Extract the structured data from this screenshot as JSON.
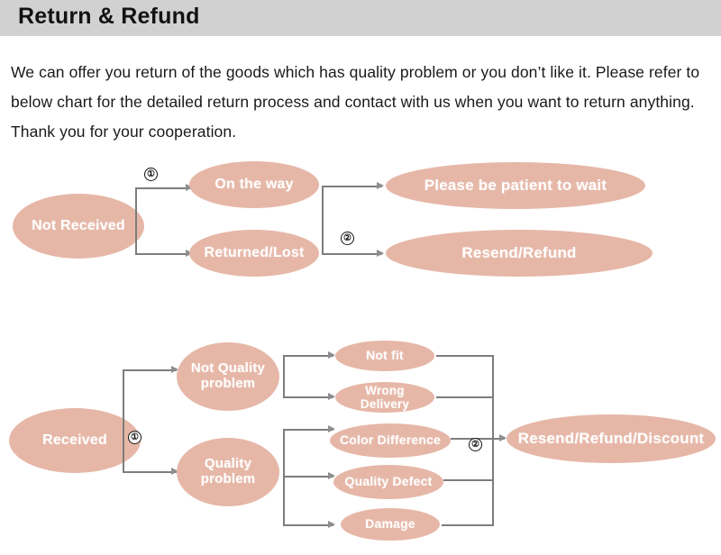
{
  "header": {
    "title": "Return & Refund",
    "background_color": "#d1d1d1"
  },
  "intro": {
    "paragraph": "We can offer you return of the goods which has quality problem or you don’t like it. Please refer to below chart for the detailed return process and contact with us when you want to return anything. Thank you for your cooperation."
  },
  "theme": {
    "node_fill": "#e6b7a7",
    "node_text_color": "#ffffff",
    "connector_color": "#7d7d7d",
    "page_background": "#ffffff"
  },
  "chart_data": {
    "type": "diagram",
    "title": "Return process flow chart",
    "diagrams": [
      {
        "id": "not-received-flow",
        "nodes": [
          {
            "id": "not-received",
            "label": "Not Received"
          },
          {
            "id": "on-the-way",
            "label": "On the way"
          },
          {
            "id": "returned-lost",
            "label": "Returned/Lost"
          },
          {
            "id": "be-patient",
            "label": "Please be patient to wait"
          },
          {
            "id": "resend-refund",
            "label": "Resend/Refund"
          }
        ],
        "markers": [
          {
            "id": "marker-1",
            "label": "①"
          },
          {
            "id": "marker-2",
            "label": "②"
          }
        ],
        "edges": [
          {
            "from": "not-received",
            "to": "on-the-way",
            "marker": "①"
          },
          {
            "from": "not-received",
            "to": "returned-lost",
            "marker": "①"
          },
          {
            "from": "on-the-way",
            "to": "be-patient",
            "marker": ""
          },
          {
            "from": "returned-lost",
            "to": "resend-refund",
            "marker": "②"
          }
        ]
      },
      {
        "id": "received-flow",
        "nodes": [
          {
            "id": "received",
            "label": "Received"
          },
          {
            "id": "not-quality-problem",
            "label": "Not Quality problem"
          },
          {
            "id": "quality-problem",
            "label": "Quality problem"
          },
          {
            "id": "not-fit",
            "label": "Not fit"
          },
          {
            "id": "wrong-delivery",
            "label": "Wrong Delivery"
          },
          {
            "id": "color-difference",
            "label": "Color Difference"
          },
          {
            "id": "quality-defect",
            "label": "Quality Defect"
          },
          {
            "id": "damage",
            "label": "Damage"
          },
          {
            "id": "resend-refund-discount",
            "label": "Resend/Refund/Discount"
          }
        ],
        "markers": [
          {
            "id": "marker-1",
            "label": "①"
          },
          {
            "id": "marker-2",
            "label": "②"
          }
        ],
        "edges": [
          {
            "from": "received",
            "to": "not-quality-problem",
            "marker": "①"
          },
          {
            "from": "received",
            "to": "quality-problem",
            "marker": "①"
          },
          {
            "from": "not-quality-problem",
            "to": "not-fit",
            "marker": ""
          },
          {
            "from": "not-quality-problem",
            "to": "wrong-delivery",
            "marker": ""
          },
          {
            "from": "quality-problem",
            "to": "color-difference",
            "marker": ""
          },
          {
            "from": "quality-problem",
            "to": "quality-defect",
            "marker": ""
          },
          {
            "from": "quality-problem",
            "to": "damage",
            "marker": ""
          },
          {
            "from": "not-fit",
            "to": "resend-refund-discount",
            "marker": "②"
          },
          {
            "from": "wrong-delivery",
            "to": "resend-refund-discount",
            "marker": "②"
          },
          {
            "from": "color-difference",
            "to": "resend-refund-discount",
            "marker": "②"
          },
          {
            "from": "quality-defect",
            "to": "resend-refund-discount",
            "marker": "②"
          },
          {
            "from": "damage",
            "to": "resend-refund-discount",
            "marker": "②"
          }
        ]
      }
    ]
  }
}
